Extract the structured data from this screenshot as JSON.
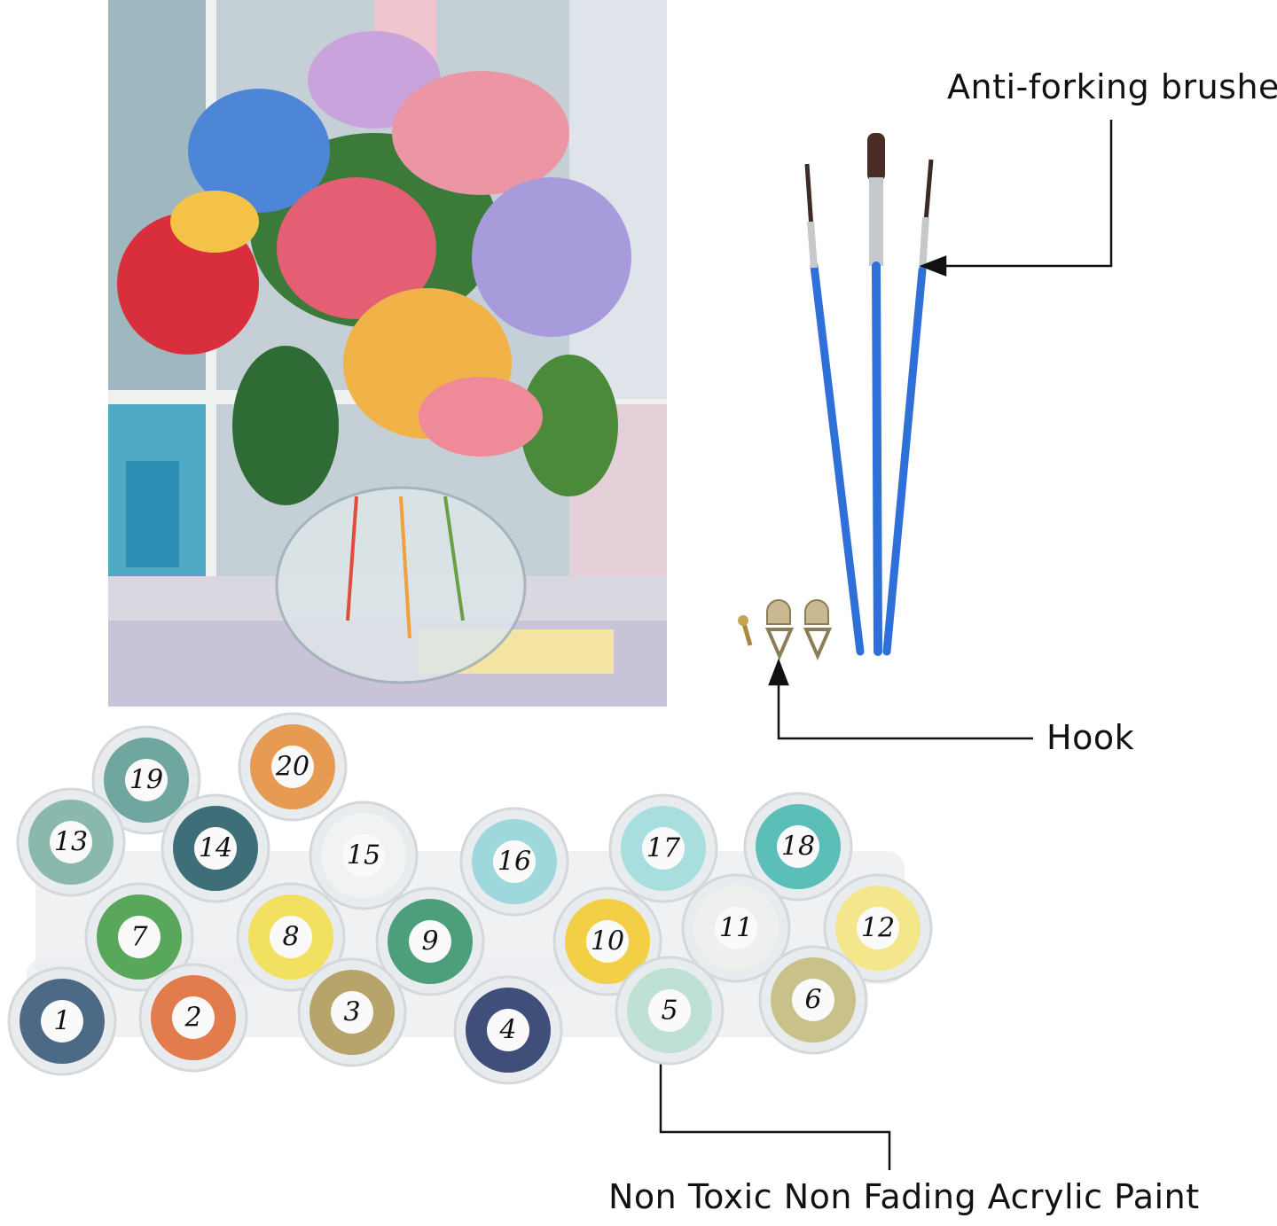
{
  "labels": {
    "brushes": "Anti-forking brushes",
    "hook": "Hook",
    "paint": "Non Toxic Non Fading Acrylic Paint"
  },
  "paint_pots": [
    {
      "number": "19",
      "color": "#6fa6a0"
    },
    {
      "number": "20",
      "color": "#e79a52"
    },
    {
      "number": "13",
      "color": "#8bb8ad"
    },
    {
      "number": "14",
      "color": "#3e6f78"
    },
    {
      "number": "15",
      "color": "#f1f3f2"
    },
    {
      "number": "16",
      "color": "#9fd8dc"
    },
    {
      "number": "17",
      "color": "#a9dede"
    },
    {
      "number": "18",
      "color": "#5bbfb8"
    },
    {
      "number": "7",
      "color": "#58a75a"
    },
    {
      "number": "8",
      "color": "#f2e061"
    },
    {
      "number": "9",
      "color": "#4d9e7a"
    },
    {
      "number": "10",
      "color": "#f3cf45"
    },
    {
      "number": "11",
      "color": "#eef0ee"
    },
    {
      "number": "12",
      "color": "#f4e68a"
    },
    {
      "number": "1",
      "color": "#4c6a86"
    },
    {
      "number": "2",
      "color": "#e27c4c"
    },
    {
      "number": "3",
      "color": "#b7a46a"
    },
    {
      "number": "4",
      "color": "#3f4f7a"
    },
    {
      "number": "5",
      "color": "#bfe0d4"
    },
    {
      "number": "6",
      "color": "#c9c18a"
    }
  ]
}
